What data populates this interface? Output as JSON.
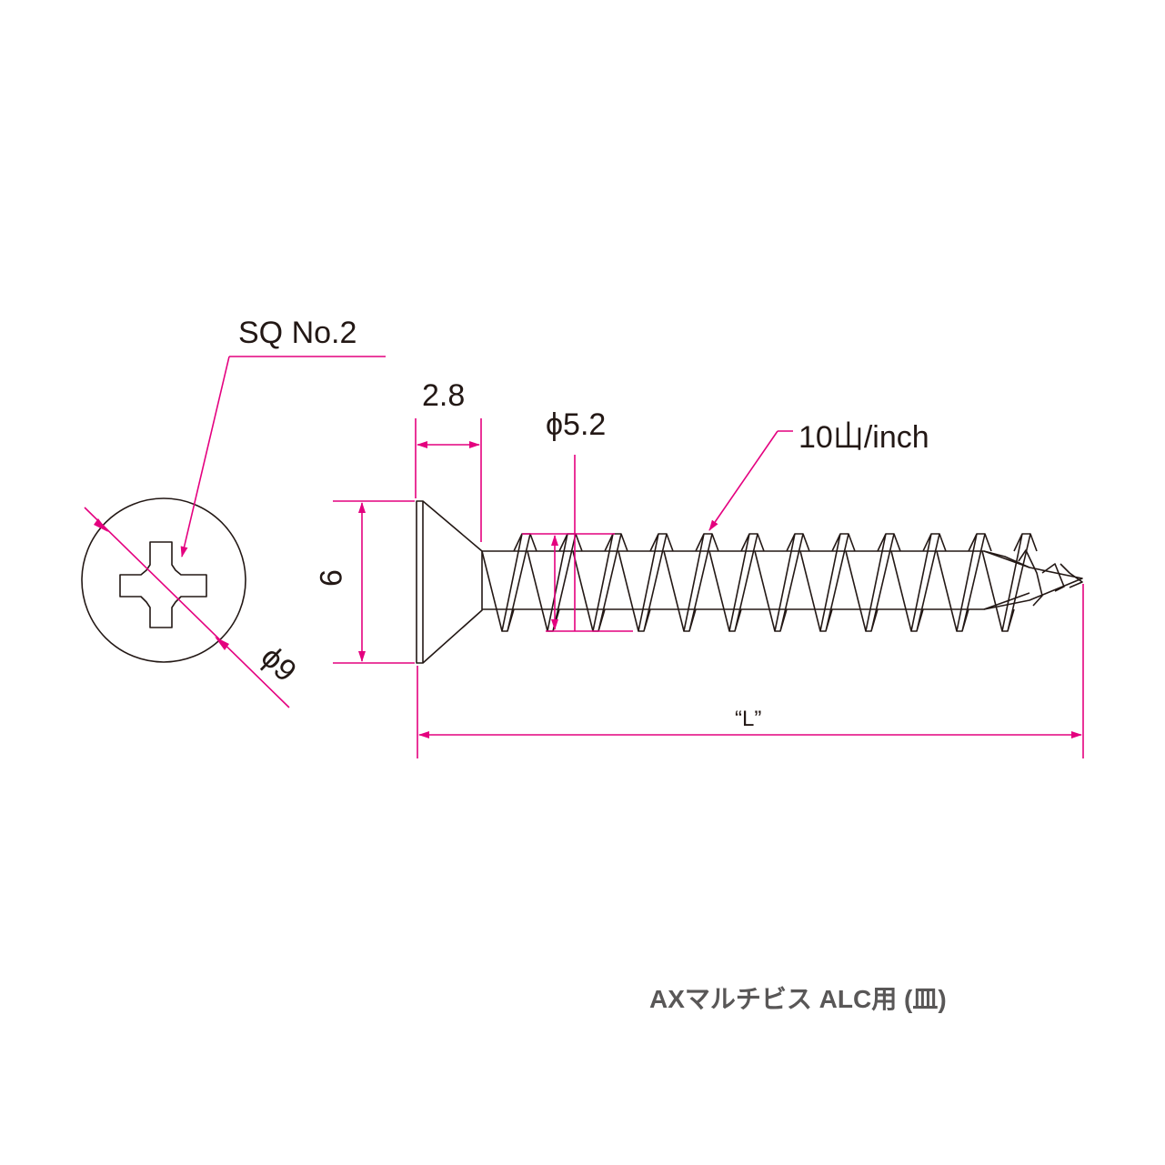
{
  "labels": {
    "drive_type": "SQ No.2",
    "head_height": "2.8",
    "shank_diameter": "ϕ5.2",
    "thread_pitch": "10山/inch",
    "head_width": "9",
    "head_diameter": "ϕ9",
    "length": "“L”"
  },
  "product_title": "AXマルチビス  ALC用 (皿)",
  "colors": {
    "dimension": "#e4007f",
    "outline": "#231815",
    "title": "#595757"
  },
  "thread": {
    "crest_count": 12
  }
}
